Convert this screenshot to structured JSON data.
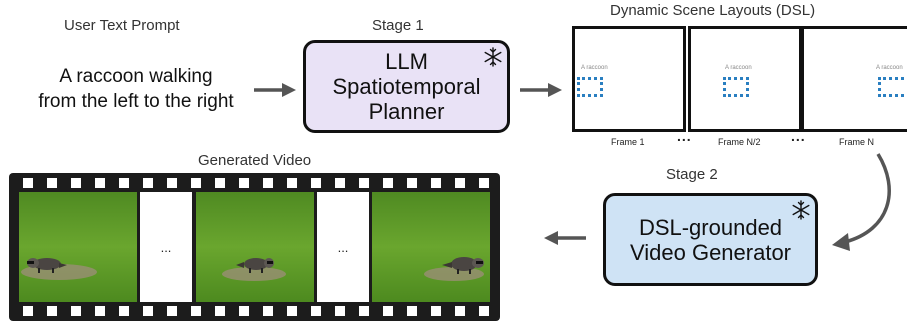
{
  "labels": {
    "user_prompt_title": "User Text Prompt",
    "stage1_title": "Stage 1",
    "dsl_title": "Dynamic Scene Layouts (DSL)",
    "generated_title": "Generated Video",
    "stage2_title": "Stage 2"
  },
  "prompt": {
    "line1": "A raccoon walking",
    "line2": "from the left to the right"
  },
  "stage1": {
    "line1": "LLM",
    "line2": "Spatiotemporal",
    "line3": "Planner",
    "icon": "snowflake-icon"
  },
  "stage2": {
    "line1": "DSL-grounded",
    "line2": "Video Generator",
    "icon": "snowflake-icon"
  },
  "dsl": {
    "frames": [
      {
        "label": "Frame 1",
        "object": "A raccoon"
      },
      {
        "label": "Frame N/2",
        "object": "A raccoon"
      },
      {
        "label": "Frame N",
        "object": "A raccoon"
      }
    ],
    "ellipsis": "..."
  },
  "video": {
    "ellipsis": "...",
    "frame_count_shown": 3
  },
  "colors": {
    "stage1_fill": "#e9e2f6",
    "stage2_fill": "#cfe3f5",
    "bbox": "#2a7fc1",
    "arrow": "#555555",
    "film": "#1c1c1c"
  }
}
